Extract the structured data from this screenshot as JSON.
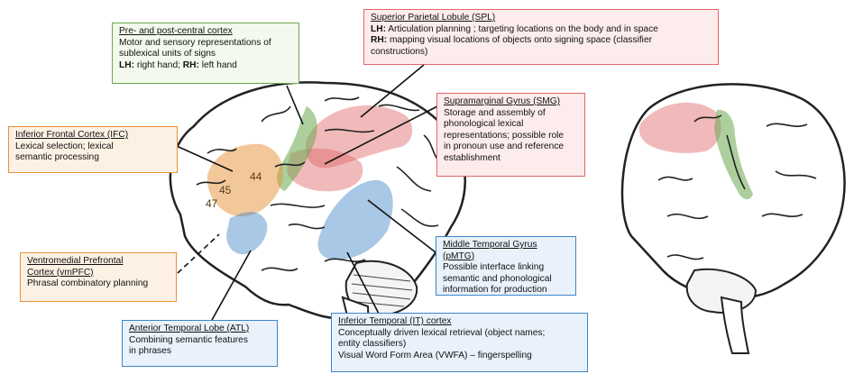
{
  "brain_area_labels": [
    "47",
    "45",
    "44"
  ],
  "colors": {
    "green": "#6aa84f",
    "red": "#e06666",
    "orange": "#e69138",
    "blue": "#3d85c6"
  },
  "boxes": {
    "pre_post_central": {
      "title": "Pre- and post-central cortex",
      "line1": "Motor and sensory representations of",
      "line2": "sublexical units of signs",
      "lh_label": "LH:",
      "lh_text": " right hand; ",
      "rh_label": "RH:",
      "rh_text": " left hand"
    },
    "spl": {
      "title": "Superior Parietal Lobule (SPL)",
      "lh_label": "LH:",
      "lh_text": " Articulation planning ; targeting locations on the body and in space",
      "rh_label": "RH:",
      "rh_text": " mapping visual locations of objects onto signing space (classifier",
      "rh_text2": "constructions)"
    },
    "smg": {
      "title": "Supramarginal Gyrus (SMG)",
      "lines": [
        "Storage and assembly of",
        "phonological lexical",
        "representations; possible role",
        "in pronoun use and reference",
        "establishment"
      ]
    },
    "ifc": {
      "title": "Inferior Frontal Cortex (IFC)",
      "lines": [
        "Lexical selection; lexical",
        "semantic processing"
      ]
    },
    "vmpfc": {
      "title1": "Ventromedial Prefrontal",
      "title2": "Cortex (vmPFC)",
      "lines": [
        "Phrasal combinatory planning"
      ]
    },
    "pmtg": {
      "title": "Middle Temporal Gyrus (pMTG)",
      "lines": [
        "Possible interface linking",
        "semantic and phonological",
        "information for production"
      ]
    },
    "atl": {
      "title": "Anterior Temporal Lobe (ATL)",
      "lines": [
        "Combining semantic features",
        "in phrases"
      ]
    },
    "it": {
      "title": "Inferior Temporal (IT) cortex",
      "lines": [
        "Conceptually driven lexical retrieval (object names;",
        "entity classifiers)",
        "Visual Word Form Area (VWFA) – fingerspelling"
      ]
    }
  }
}
